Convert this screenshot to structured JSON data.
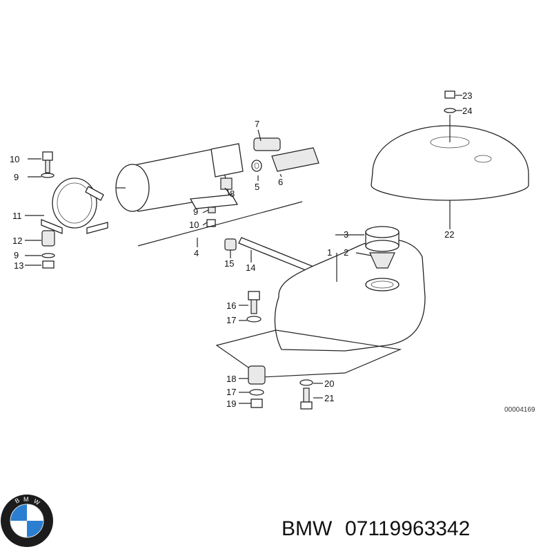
{
  "diagram": {
    "part_labels": [
      "1",
      "2",
      "3",
      "4",
      "5",
      "6",
      "7",
      "8",
      "9",
      "9",
      "9",
      "10",
      "10",
      "11",
      "12",
      "13",
      "14",
      "15",
      "16",
      "17",
      "17",
      "18",
      "19",
      "20",
      "21",
      "22",
      "23",
      "24"
    ],
    "drawing_code": "00004169"
  },
  "footer": {
    "brand_logo_letters": "BMW",
    "brand": "BMW",
    "part_number": "07119963342"
  },
  "colors": {
    "line": "#222222",
    "logo_blue": "#2b7fd0",
    "logo_ring": "#1c1c1c"
  }
}
